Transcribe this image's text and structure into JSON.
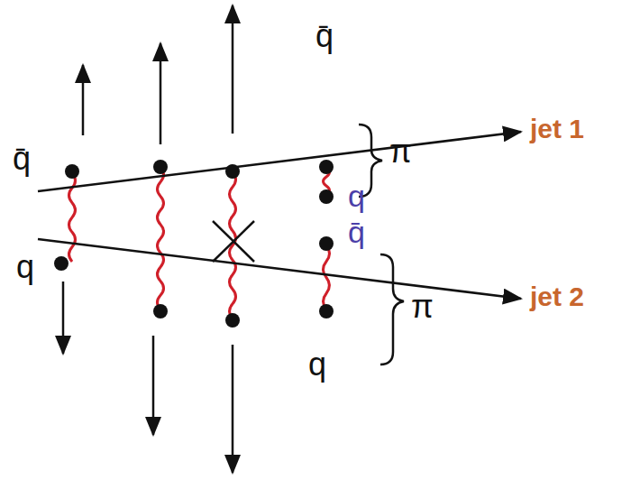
{
  "diagram": {
    "labels": [
      "q̄",
      "q̄",
      "π",
      "jet 1",
      "q",
      "q̄",
      "q",
      "jet 2",
      "π",
      "q"
    ]
  }
}
